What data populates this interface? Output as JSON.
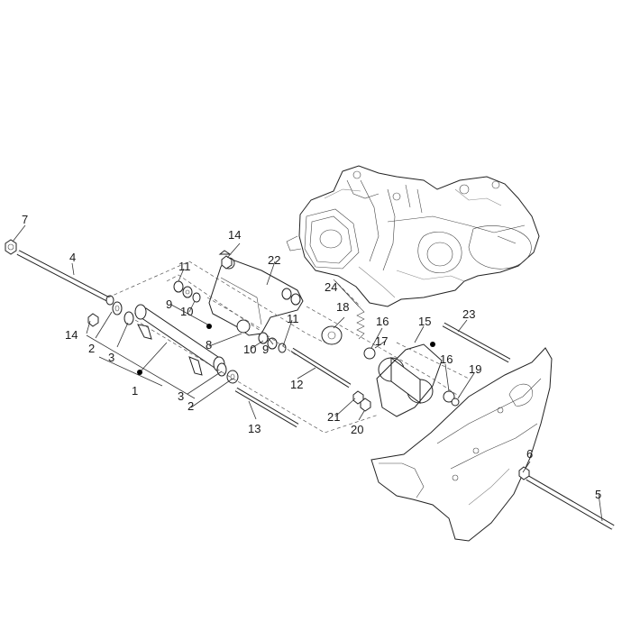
{
  "diagram": {
    "callouts": [
      "1",
      "2",
      "3",
      "4",
      "5",
      "6",
      "7",
      "8",
      "9",
      "10",
      "11",
      "12",
      "13",
      "14",
      "15",
      "16",
      "17",
      "18",
      "19",
      "20",
      "21",
      "22",
      "23",
      "24"
    ],
    "icons": [
      "engine-illustration",
      "frame-panel-illustration"
    ],
    "colors": {
      "line": "#222222",
      "background": "#ffffff"
    }
  }
}
